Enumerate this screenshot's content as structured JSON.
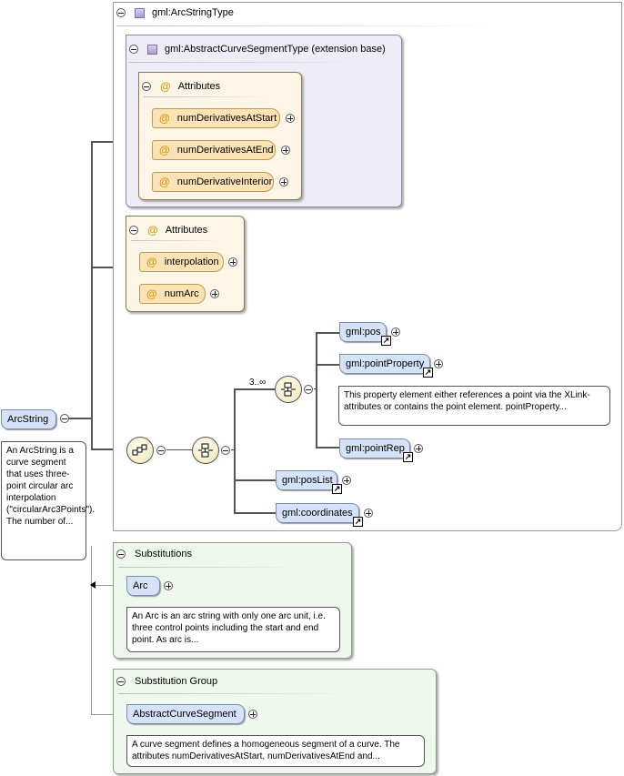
{
  "root": {
    "name": "ArcString",
    "doc": "An ArcString is a curve segment that uses three-point circular arc interpolation (\"circularArc3Points\"). The number of..."
  },
  "type_box": {
    "title": "gml:ArcStringType"
  },
  "extension_box": {
    "title": "gml:AbstractCurveSegmentType (extension base)",
    "attributes": {
      "title": "Attributes",
      "items": [
        "numDerivativesAtStart",
        "numDerivativesAtEnd",
        "numDerivativeInterior"
      ]
    }
  },
  "own_attributes": {
    "title": "Attributes",
    "items": [
      "interpolation",
      "numArc"
    ]
  },
  "choice": {
    "cardinality": "3..∞",
    "items": [
      {
        "name": "gml:pos"
      },
      {
        "name": "gml:pointProperty",
        "doc": "This property element either references a point via the XLink-attributes or contains the point element. pointProperty..."
      },
      {
        "name": "gml:pointRep"
      }
    ]
  },
  "sequence_items": [
    "gml:posList",
    "gml:coordinates"
  ],
  "substitutions": {
    "title": "Substitutions",
    "item": "Arc",
    "doc": "An Arc is an arc string with only one arc unit, i.e. three control points including the start and end point. As arc is..."
  },
  "substitution_group": {
    "title": "Substitution Group",
    "item": "AbstractCurveSegment",
    "doc": "A curve segment defines a homogeneous segment of a curve. The attributes numDerivativesAtStart, numDerivativesAtEnd and..."
  },
  "icons": [
    "collapse-icon",
    "expand-icon",
    "complex-type-icon",
    "attribute-icon",
    "reference-arrow-icon",
    "sequence-icon",
    "choice-icon"
  ]
}
